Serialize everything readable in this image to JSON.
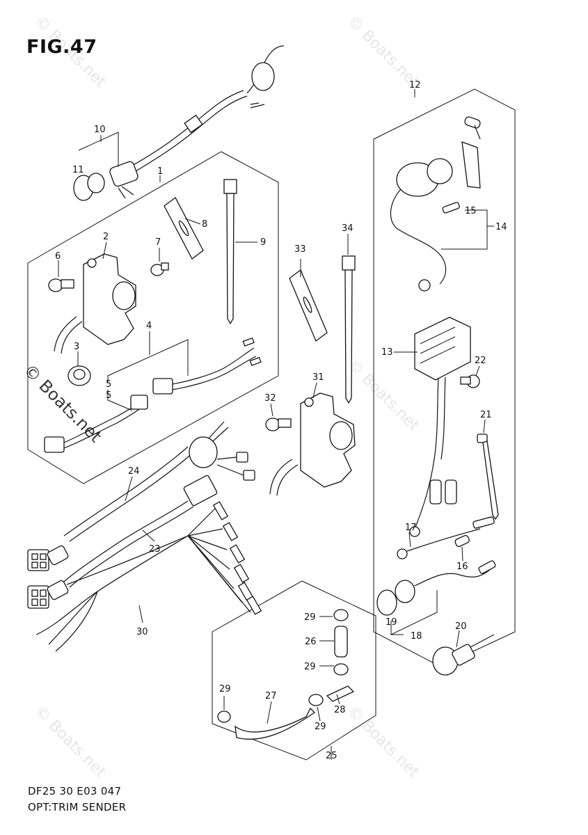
{
  "figure": {
    "title": "FIG.47",
    "footer_code": "DF25 30 E03  047",
    "footer_name": "OPT:TRIM SENDER"
  },
  "watermark": {
    "text": "© Boats.net"
  },
  "callouts": [
    {
      "id": "1",
      "label": "1"
    },
    {
      "id": "2",
      "label": "2"
    },
    {
      "id": "3",
      "label": "3"
    },
    {
      "id": "4",
      "label": "4"
    },
    {
      "id": "5",
      "label": "5"
    },
    {
      "id": "6",
      "label": "6"
    },
    {
      "id": "7",
      "label": "7"
    },
    {
      "id": "8",
      "label": "8"
    },
    {
      "id": "9",
      "label": "9"
    },
    {
      "id": "10",
      "label": "10"
    },
    {
      "id": "11",
      "label": "11"
    },
    {
      "id": "12",
      "label": "12"
    },
    {
      "id": "13",
      "label": "13"
    },
    {
      "id": "14",
      "label": "14"
    },
    {
      "id": "15",
      "label": "15"
    },
    {
      "id": "16",
      "label": "16"
    },
    {
      "id": "17",
      "label": "17"
    },
    {
      "id": "18",
      "label": "18"
    },
    {
      "id": "19",
      "label": "19"
    },
    {
      "id": "20",
      "label": "20"
    },
    {
      "id": "21",
      "label": "21"
    },
    {
      "id": "22",
      "label": "22"
    },
    {
      "id": "23",
      "label": "23"
    },
    {
      "id": "24",
      "label": "24"
    },
    {
      "id": "25",
      "label": "25"
    },
    {
      "id": "26",
      "label": "26"
    },
    {
      "id": "27",
      "label": "27"
    },
    {
      "id": "28",
      "label": "28"
    },
    {
      "id": "29a",
      "label": "29"
    },
    {
      "id": "29b",
      "label": "29"
    },
    {
      "id": "29c",
      "label": "29"
    },
    {
      "id": "29d",
      "label": "29"
    },
    {
      "id": "30",
      "label": "30"
    },
    {
      "id": "31",
      "label": "31"
    },
    {
      "id": "32",
      "label": "32"
    },
    {
      "id": "33",
      "label": "33"
    },
    {
      "id": "34",
      "label": "34"
    }
  ]
}
